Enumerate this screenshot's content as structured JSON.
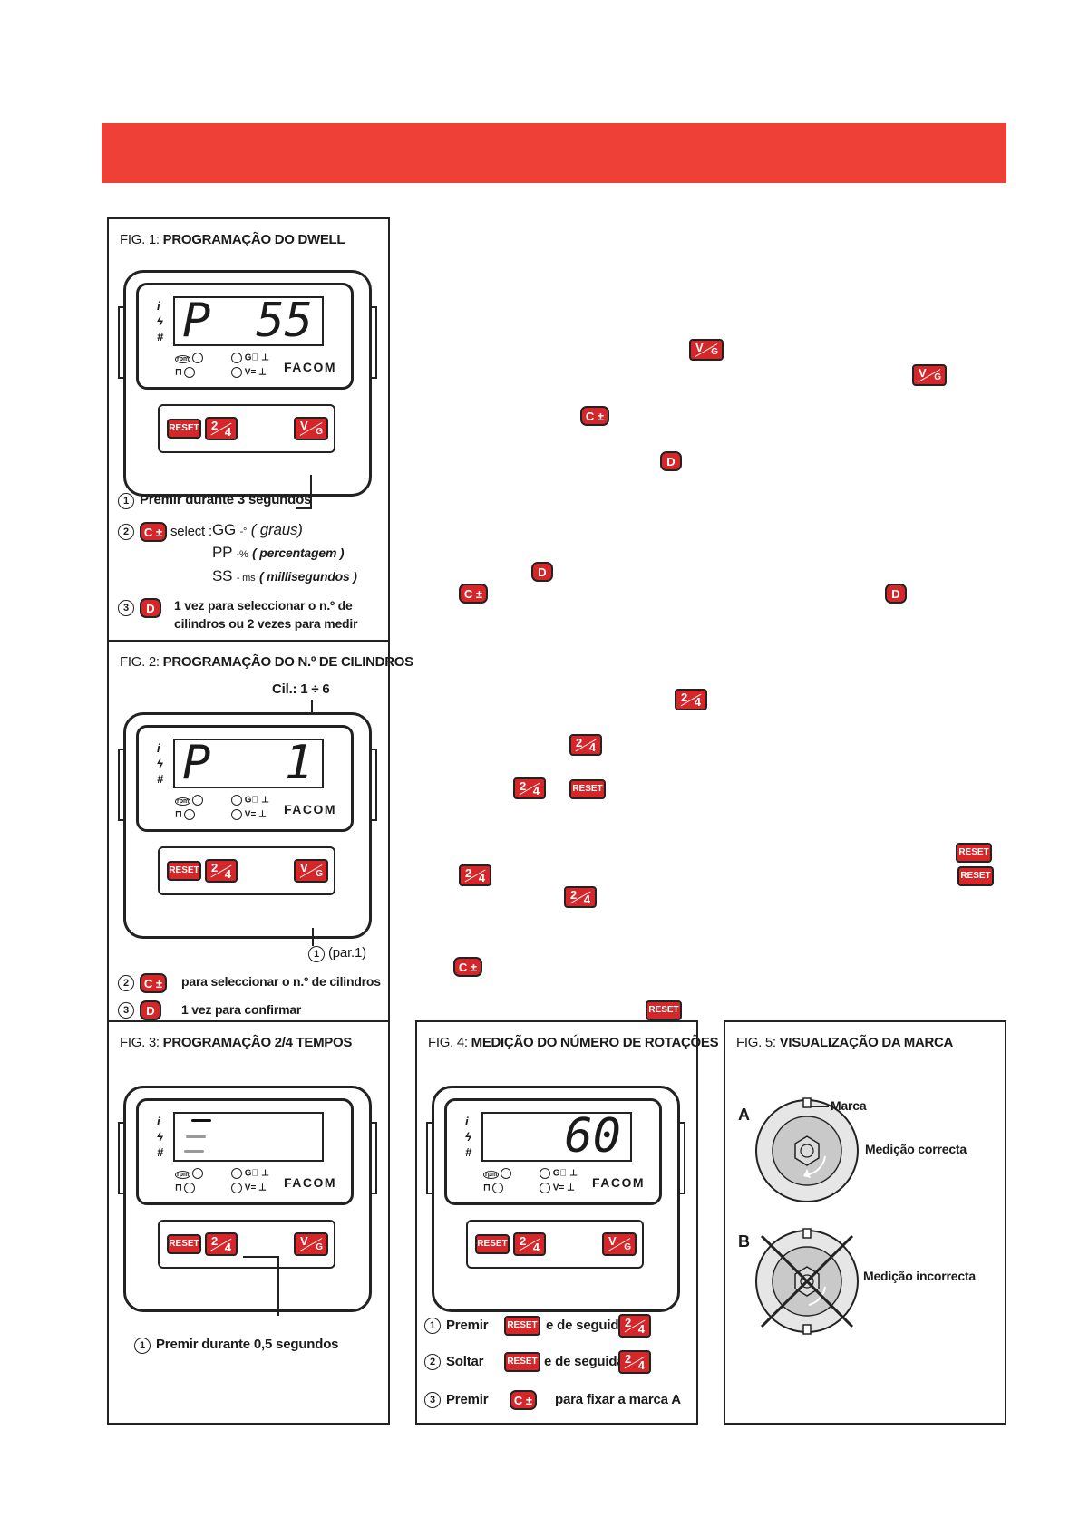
{
  "keys": {
    "reset": "RESET",
    "two_four_top": "2",
    "two_four_bottom": "4",
    "v_top": "V",
    "v_bottom": "G",
    "c": "C ±",
    "d": "D"
  },
  "device": {
    "brand": "FACOM",
    "side_icons": [
      "i",
      "ϟ",
      "#"
    ],
    "ind_rpm": "rpm",
    "ind_v": "V="
  },
  "fig1": {
    "title_label": "FIG. 1:",
    "title": "PROGRAMAÇÃO DO DWELL",
    "lcd_left": "P",
    "lcd_right": "55",
    "step1_num": "1",
    "step1": "Premir durante 3 segundos",
    "step2_num": "2",
    "step2_select": "select :",
    "gg": "GG",
    "gg_unit": "-°",
    "gg_desc": "( graus)",
    "pp": "PP",
    "pp_unit": "-%",
    "pp_desc": "( percentagem )",
    "ss": "SS",
    "ss_unit": "- ms",
    "ss_desc": "( millisegundos )",
    "step3_num": "3",
    "step3_line1": "1 vez para seleccionar o n.º de",
    "step3_line2": "cilindros ou 2 vezes para medir"
  },
  "fig2": {
    "title_label": "FIG. 2:",
    "title": "PROGRAMAÇÃO DO N.º DE CILINDROS",
    "cil": "Cil.: 1 ÷ 6",
    "lcd_left": "P",
    "lcd_right": "1",
    "step1_num": "1",
    "step1": "(par.1)",
    "step2_num": "2",
    "step2": "para seleccionar o n.º de cilindros",
    "step3_num": "3",
    "step3": "1 vez para confirmar"
  },
  "fig3": {
    "title_label": "FIG. 3:",
    "title": "PROGRAMAÇÃO 2/4 TEMPOS",
    "step1_num": "1",
    "step1": "Premir durante 0,5 segundos"
  },
  "fig4": {
    "title_label": "FIG. 4:",
    "title": "MEDIÇÃO DO NÚMERO DE ROTAÇÕES",
    "lcd_right": "60",
    "step1_num": "1",
    "step1_a": "Premir",
    "step1_b": "e de seguida",
    "step2_num": "2",
    "step2_a": "Soltar",
    "step2_b": "e de seguida",
    "step3_num": "3",
    "step3_a": "Premir",
    "step3_b": "para fixar a marca A"
  },
  "fig5": {
    "title_label": "FIG. 5:",
    "title": "VISUALIZAÇÃO DA MARCA",
    "a": "A",
    "marca": "Marca",
    "correct": "Medição correcta",
    "b": "B",
    "incorrect": "Medição incorrecta"
  },
  "colors": {
    "red_bar": "#ee4036",
    "key_red": "#d5262a"
  }
}
